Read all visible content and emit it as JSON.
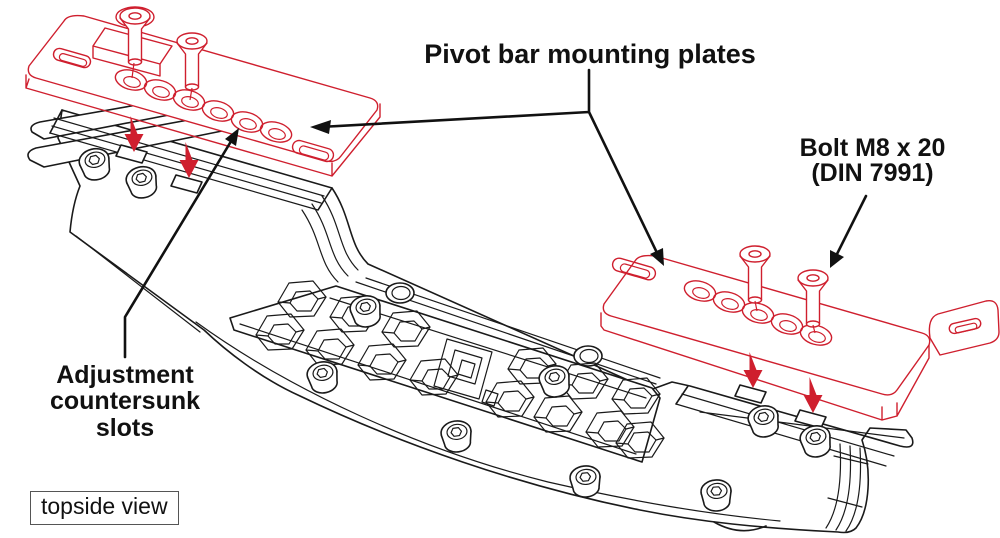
{
  "diagram": {
    "labels": {
      "pivot_plates": "Pivot bar mounting plates",
      "bolt_line1": "Bolt M8 x 20",
      "bolt_line2": "(DIN 7991)",
      "adjust_line1": "Adjustment",
      "adjust_line2": "countersunk",
      "adjust_line3": "slots",
      "view": "topside view"
    },
    "colors": {
      "highlight_red": "#cf1f2e",
      "line_black": "#1a1a1a",
      "background": "#ffffff"
    }
  }
}
